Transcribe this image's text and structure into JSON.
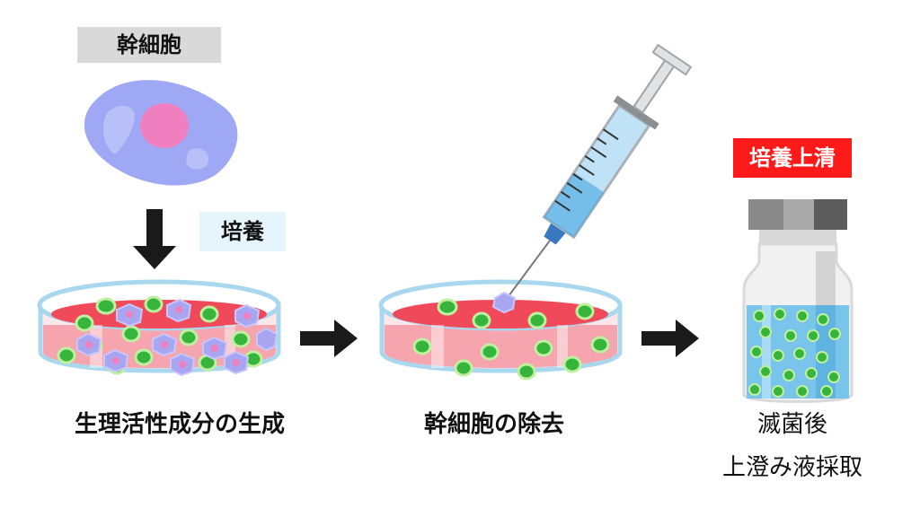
{
  "labels": {
    "stem_cell": "幹細胞",
    "culture": "培養",
    "supernatant": "培養上清"
  },
  "captions": {
    "step1": "生理活性成分の生成",
    "step2": "幹細胞の除去",
    "step3_line1": "滅菌後",
    "step3_line2": "上澄み液採取"
  },
  "icons": {
    "stem_cell": "stem-cell-icon",
    "petri_dish": "petri-dish-icon",
    "syringe": "syringe-icon",
    "vial": "vial-icon",
    "arrow": "arrow-icon"
  },
  "colors": {
    "stem_cell_body": "#9fa8f5",
    "stem_cell_nucleus": "#f07fc0",
    "green_cell": "#37b43c",
    "culture_medium": "#f04a5a",
    "dish_rim": "#a9d8ee",
    "supernatant_label_bg": "#ff1a1a",
    "liquid": "#79c4ea"
  }
}
